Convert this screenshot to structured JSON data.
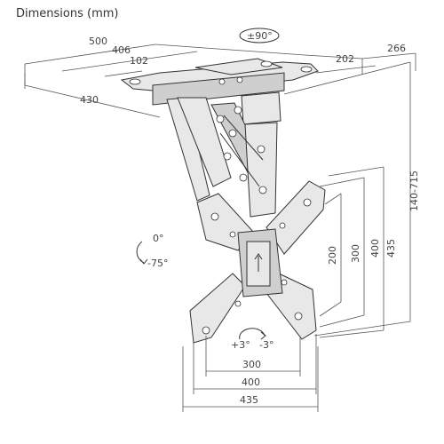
{
  "title": "Dimensions (mm)",
  "rotation_label": "±90°",
  "plate": {
    "width": "500",
    "inner_width": "406",
    "small_width": "102",
    "depth": "430",
    "side_depth": "202",
    "side_width": "266"
  },
  "height_range": "140-715",
  "tilt": {
    "upper": "0°",
    "lower": "-75°"
  },
  "swivel": {
    "plus": "+3°",
    "minus": "-3°"
  },
  "vesa_vertical": [
    "200",
    "300",
    "400",
    "435"
  ],
  "vesa_horizontal": [
    "300",
    "400",
    "435"
  ]
}
